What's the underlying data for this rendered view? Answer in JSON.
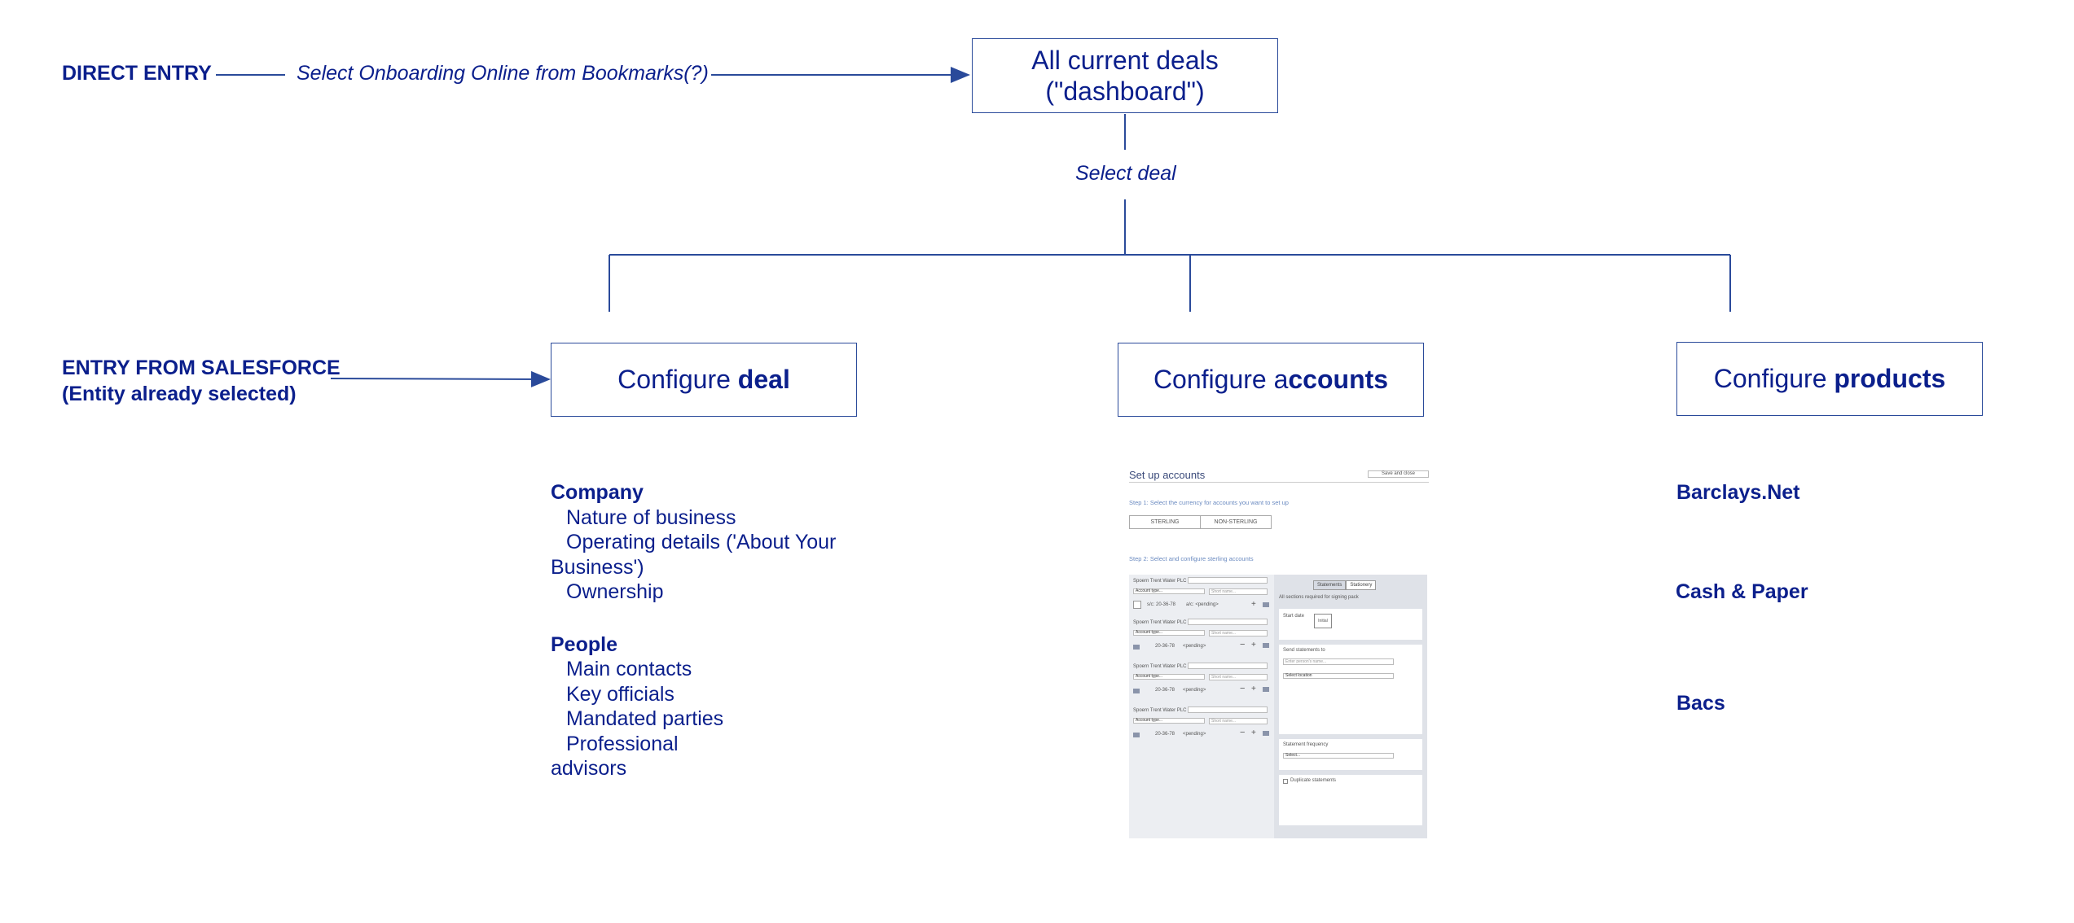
{
  "direct_entry": {
    "label": "DIRECT ENTRY",
    "flow_label": "Select Onboarding Online from Bookmarks(?)"
  },
  "dashboard_box": {
    "line1": "All current deals",
    "line2": "(\"dashboard\")"
  },
  "select_deal_label": "Select deal",
  "salesforce_entry": {
    "line1": "ENTRY FROM SALESFORCE",
    "line2": "(Entity already selected)"
  },
  "config_boxes": [
    {
      "prefix": "Configure ",
      "bold": "deal"
    },
    {
      "prefix": "Configure a",
      "bold": "ccounts"
    },
    {
      "prefix": "Configure ",
      "bold": "products"
    }
  ],
  "deal_list": {
    "company_header": "Company",
    "company_items": [
      "Nature of business",
      "Operating details ('About Your Business')",
      "Ownership"
    ],
    "people_header": "People",
    "people_items": [
      "Main contacts",
      "Key officials",
      "Mandated parties",
      "Professional advisors"
    ]
  },
  "products": [
    "Barclays.Net",
    "Cash & Paper",
    "Bacs"
  ],
  "thumbnail": {
    "title": "Set up accounts",
    "save_button": "Save and close",
    "step1": "Step 1: Select the currency for accounts you want to set up",
    "seg_sterling": "STERLING",
    "seg_non_sterling": "NON-STERLING",
    "step2": "Step 2: Select and configure sterling accounts",
    "tab_statements": "Statements",
    "tab_stationery": "Stationery",
    "all_sections_note": "All sections required for signing pack",
    "start_date_label": "Start date",
    "start_date_value": "Initial",
    "send_statements_label": "Send statements to",
    "send_statements_placeholder": "Enter person's name...",
    "select_location": "Select location",
    "statement_frequency_label": "Statement frequency",
    "frequency_select": "Select...",
    "duplicate_statements": "Duplicate statements",
    "account_rows": [
      {
        "entity": "Spoern Trent Water PLC",
        "type": "Account type...",
        "short": "Short name...",
        "sort": "s/c: 20-36-78",
        "acct": "a/c: <pending>"
      },
      {
        "entity": "Spoern Trent Water PLC",
        "type": "Account type...",
        "short": "Short name...",
        "sort": "20-36-78",
        "acct": "<pending>"
      },
      {
        "entity": "Spoern Trent Water PLC",
        "type": "Account type...",
        "short": "Short name...",
        "sort": "20-36-78",
        "acct": "<pending>"
      },
      {
        "entity": "Spoern Trent Water PLC",
        "type": "Account type...",
        "short": "Short name...",
        "sort": "20-36-78",
        "acct": "<pending>"
      }
    ]
  },
  "colors": {
    "ink": "#0b1f8c",
    "line": "#2a4a9a"
  }
}
